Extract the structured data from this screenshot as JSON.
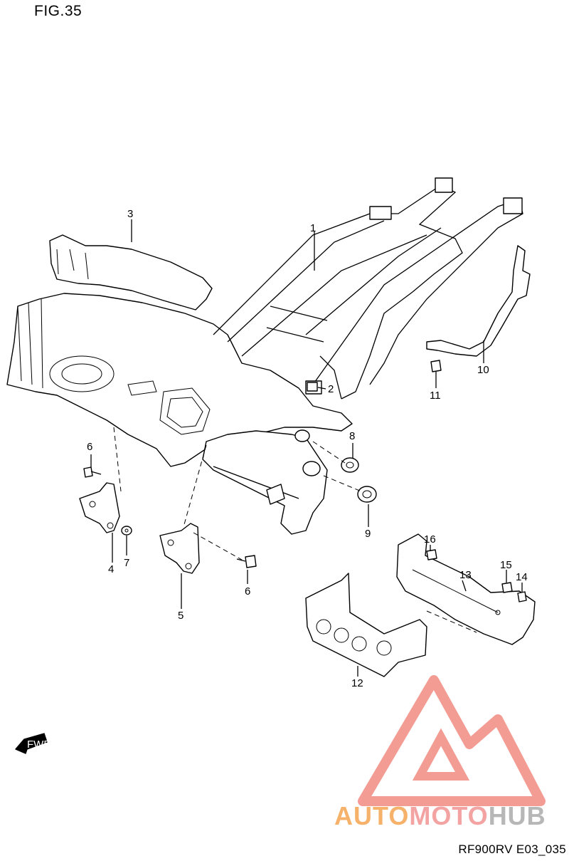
{
  "figure_label": "FIG.35",
  "footer_code": "RF900RV E03_035",
  "fwd_label": "FWD",
  "watermark": {
    "brand": "AUTOMOTOHUB",
    "part1": "AUTO",
    "part2": "MOTO",
    "part3": "HUB",
    "colors": {
      "auto": "#f6b26b",
      "moto": "#f4a3a3",
      "hub": "#b7b7b7",
      "emblem": "#f28b82"
    }
  },
  "callouts": {
    "c1": "1",
    "c2": "2",
    "c3": "3",
    "c4": "4",
    "c5": "5",
    "c6a": "6",
    "c6b": "6",
    "c7": "7",
    "c8": "8",
    "c9": "9",
    "c10": "10",
    "c11": "11",
    "c12": "12",
    "c13": "13",
    "c14": "14",
    "c15": "15",
    "c16": "16"
  }
}
